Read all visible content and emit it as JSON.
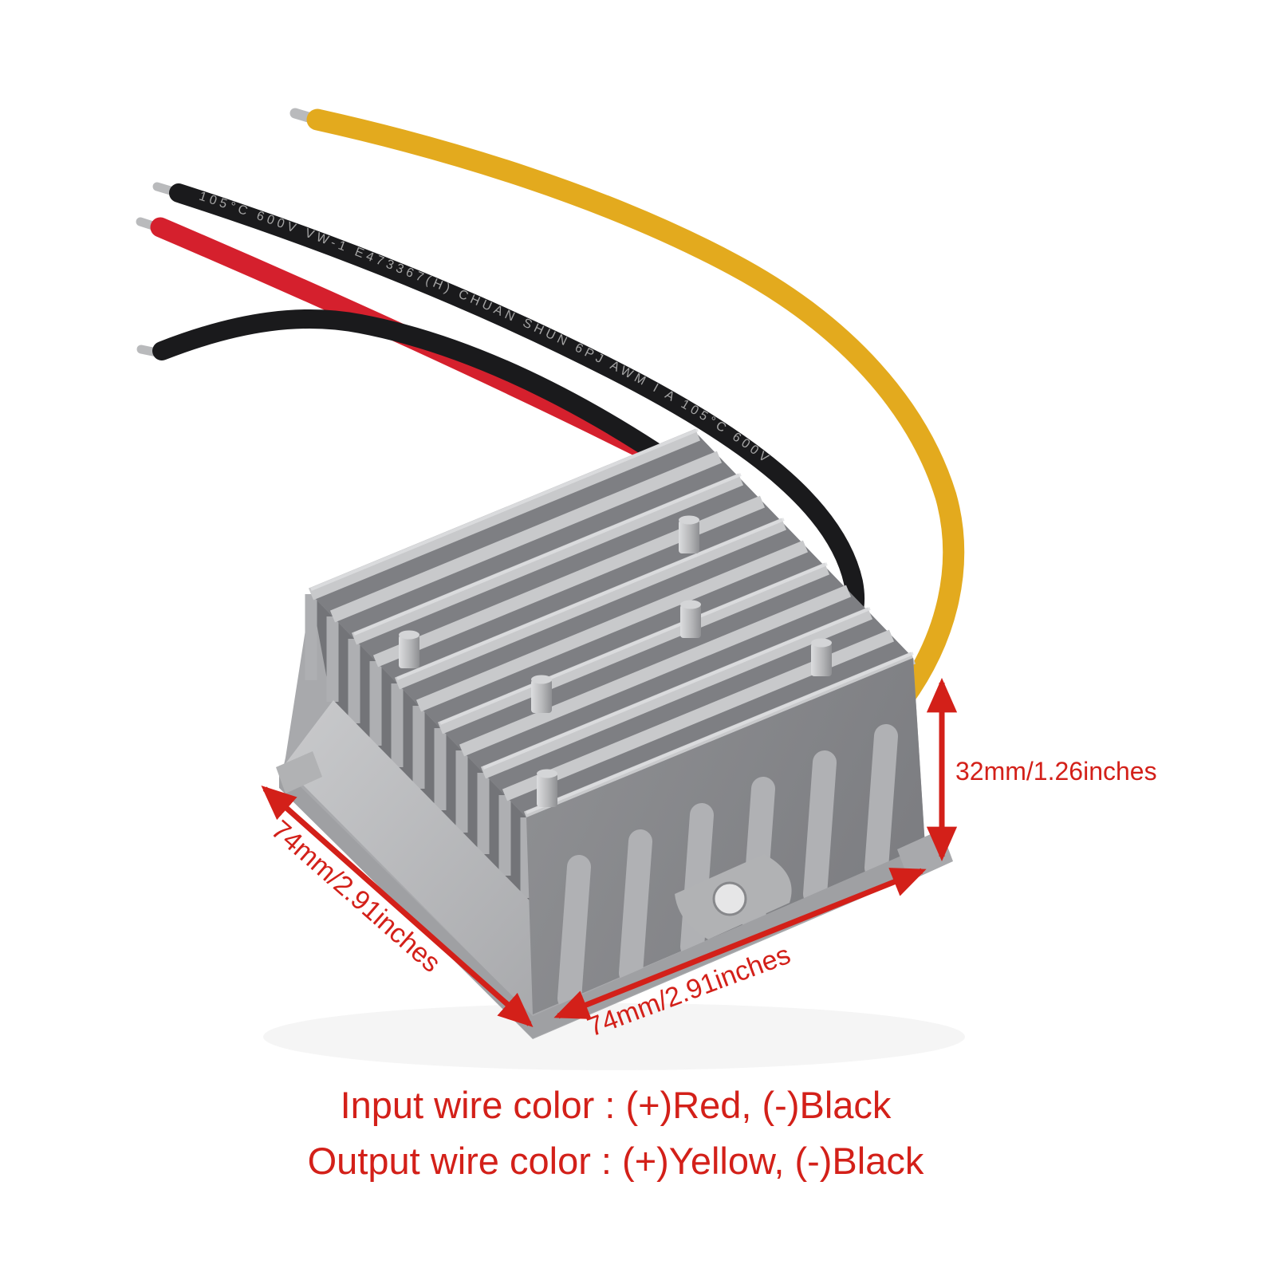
{
  "annotations": {
    "color": "#d32019",
    "height_label": "32mm/1.26inches",
    "side_label": "74mm/2.91inches",
    "bottom_label": "74mm/2.91inches"
  },
  "caption": {
    "input_line": "Input wire color : (+)Red, (-)Black",
    "output_line": "Output wire color : (+)Yellow, (-)Black"
  },
  "wires": {
    "yellow": {
      "color_name": "Yellow",
      "hex": "#e3aa1e"
    },
    "red": {
      "color_name": "Red",
      "hex": "#d5202d"
    },
    "black_upper": {
      "color_name": "Black",
      "hex": "#1a1a1c",
      "marking": "105°C 600V VW-1 E473367(H) CHUAN SHUN   6PJ AWM I A 105°C 600V"
    },
    "black_lower": {
      "color_name": "Black",
      "hex": "#1a1a1c"
    },
    "tip_hex": "#b9babc"
  },
  "device": {
    "kind": "finned aluminum heat-sink converter body",
    "metal_hex": "#aaabae",
    "ridge_hex": "#cbccce"
  }
}
